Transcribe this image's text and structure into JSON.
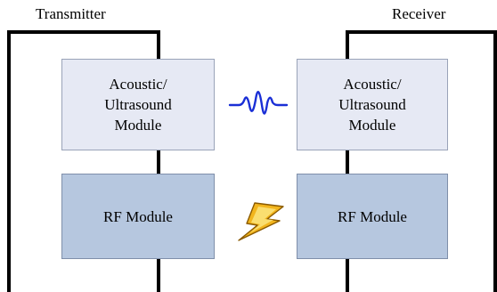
{
  "diagram": {
    "transmitter": {
      "label": "Transmitter",
      "acoustic_module": "Acoustic/\nUltrasound\nModule",
      "rf_module": "RF Module"
    },
    "receiver": {
      "label": "Receiver",
      "acoustic_module": "Acoustic/\nUltrasound\nModule",
      "rf_module": "RF Module"
    },
    "icons": [
      "sound-wave-icon",
      "lightning-bolt-icon"
    ],
    "colors": {
      "acoustic_fill": "#e6e9f4",
      "rf_fill": "#b6c7df",
      "wave": "#1a2fd6",
      "bolt": "#f2b51d",
      "frame": "#000000"
    }
  }
}
